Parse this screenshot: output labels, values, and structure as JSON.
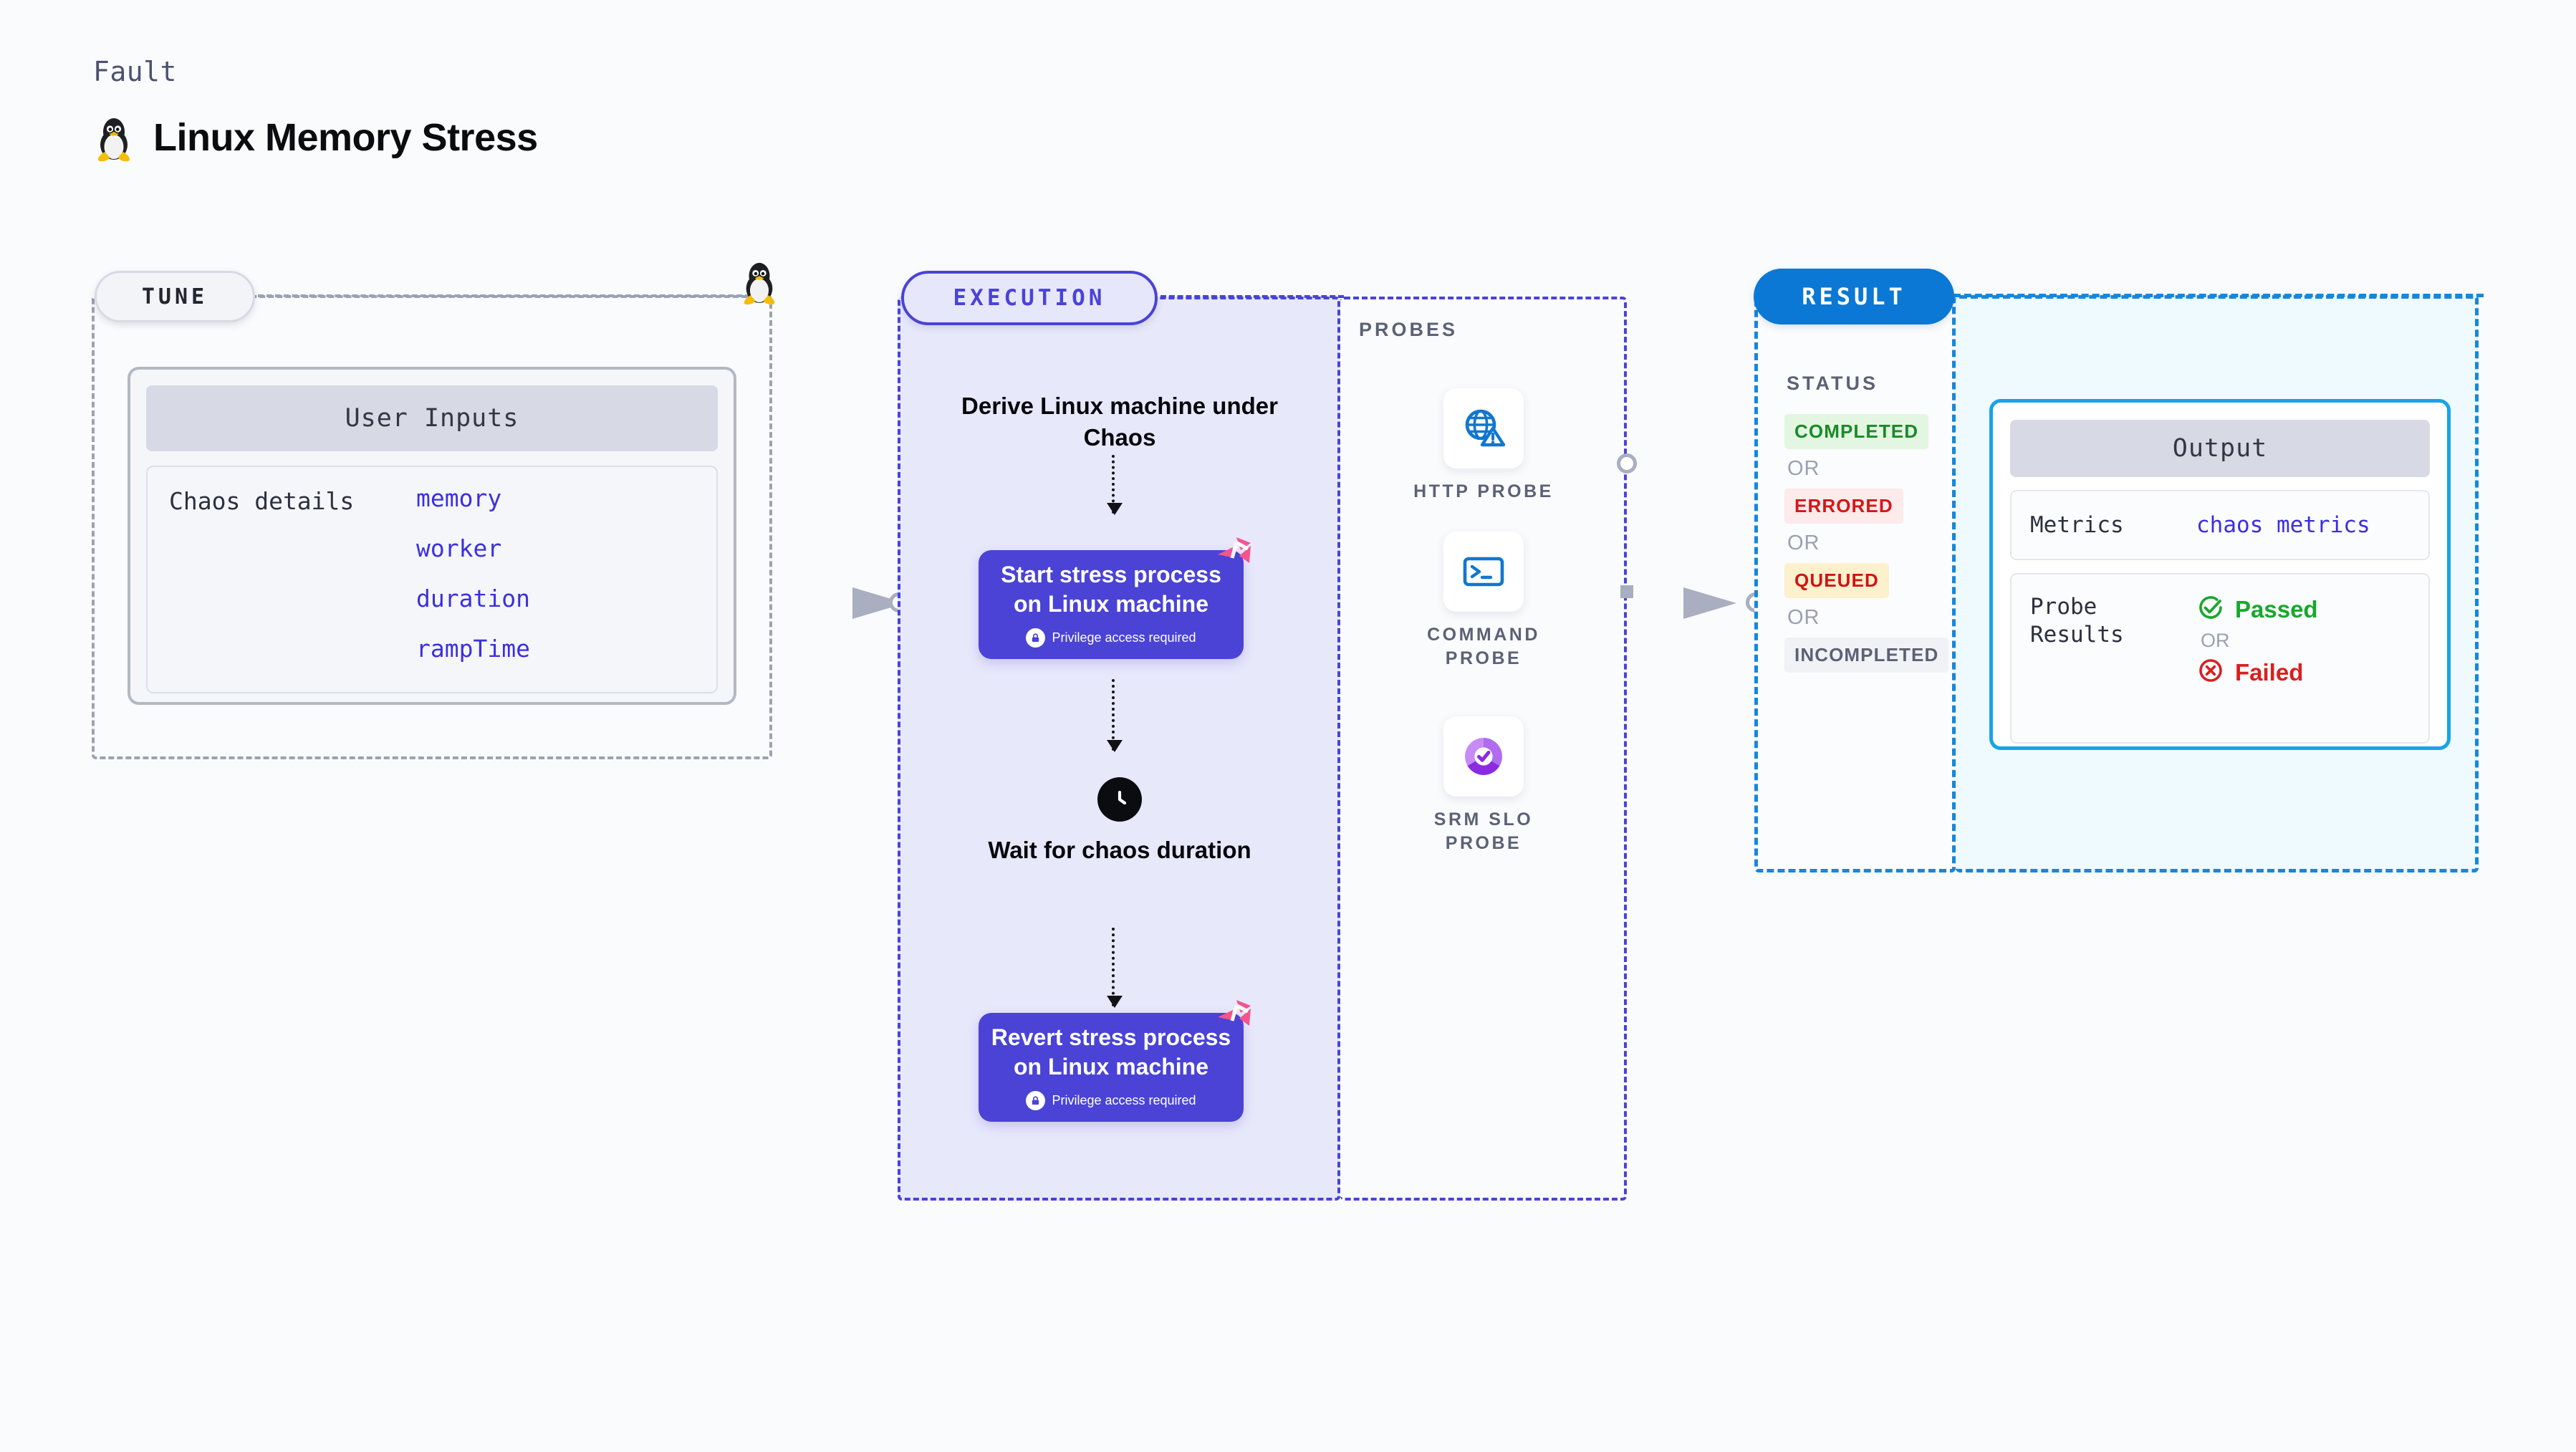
{
  "header": {
    "kicker": "Fault",
    "title": "Linux Memory Stress",
    "icon": "linux-penguin-icon"
  },
  "tune": {
    "chip_label": "TUNE",
    "icon": "linux-penguin-icon",
    "user_inputs": {
      "header": "User Inputs",
      "rows": [
        {
          "key": "Chaos details",
          "values": [
            "memory",
            "worker",
            "duration",
            "rampTime"
          ]
        }
      ]
    }
  },
  "execution": {
    "chip_label": "EXECUTION",
    "steps": [
      {
        "type": "text",
        "label": "Derive Linux machine under Chaos"
      },
      {
        "type": "action",
        "label": "Start stress process on Linux machine",
        "note": "Privilege access required",
        "note_icon": "lock-icon",
        "badge_icon": "harness-logo-icon"
      },
      {
        "type": "wait",
        "label": "Wait for chaos duration",
        "icon": "clock-icon"
      },
      {
        "type": "action",
        "label": "Revert stress process on Linux machine",
        "note": "Privilege access required",
        "note_icon": "lock-icon",
        "badge_icon": "harness-logo-icon"
      }
    ]
  },
  "probes": {
    "section_label": "PROBES",
    "items": [
      {
        "label": "HTTP PROBE",
        "icon": "globe-warning-icon"
      },
      {
        "label": "COMMAND PROBE",
        "icon": "terminal-icon"
      },
      {
        "label": "SRM SLO PROBE",
        "icon": "slo-donut-check-icon"
      }
    ]
  },
  "result": {
    "chip_label": "RESULT",
    "status_label": "STATUS",
    "or_label": "OR",
    "statuses": [
      {
        "label": "COMPLETED",
        "variant": "s-completed"
      },
      {
        "label": "ERRORED",
        "variant": "s-errored"
      },
      {
        "label": "QUEUED",
        "variant": "s-queued"
      },
      {
        "label": "INCOMPLETED",
        "variant": "s-incomplete"
      }
    ],
    "output": {
      "header": "Output",
      "metrics_key": "Metrics",
      "metrics_value": "chaos metrics",
      "probe_results_key": "Probe Results",
      "verdicts": [
        {
          "label": "Passed",
          "icon": "check-circle-icon",
          "variant": "v-pass"
        },
        {
          "label": "Failed",
          "icon": "x-circle-icon",
          "variant": "v-fail"
        }
      ],
      "or_label": "OR"
    }
  },
  "colors": {
    "page_bg": "#fafbfd",
    "execution_accent": "#4a43d6",
    "execution_bg": "#e8e8fb",
    "result_accent": "#1587dd",
    "result_chip_bg": "#0a78d4",
    "output_bg": "#eefaff",
    "output_border": "#17a3e8",
    "mono_value": "#3b2fe0",
    "tune_border": "#9ba2b3",
    "harness_pink": "#f4558e",
    "pass_green": "#17a82a",
    "fail_red": "#d91f1f"
  }
}
